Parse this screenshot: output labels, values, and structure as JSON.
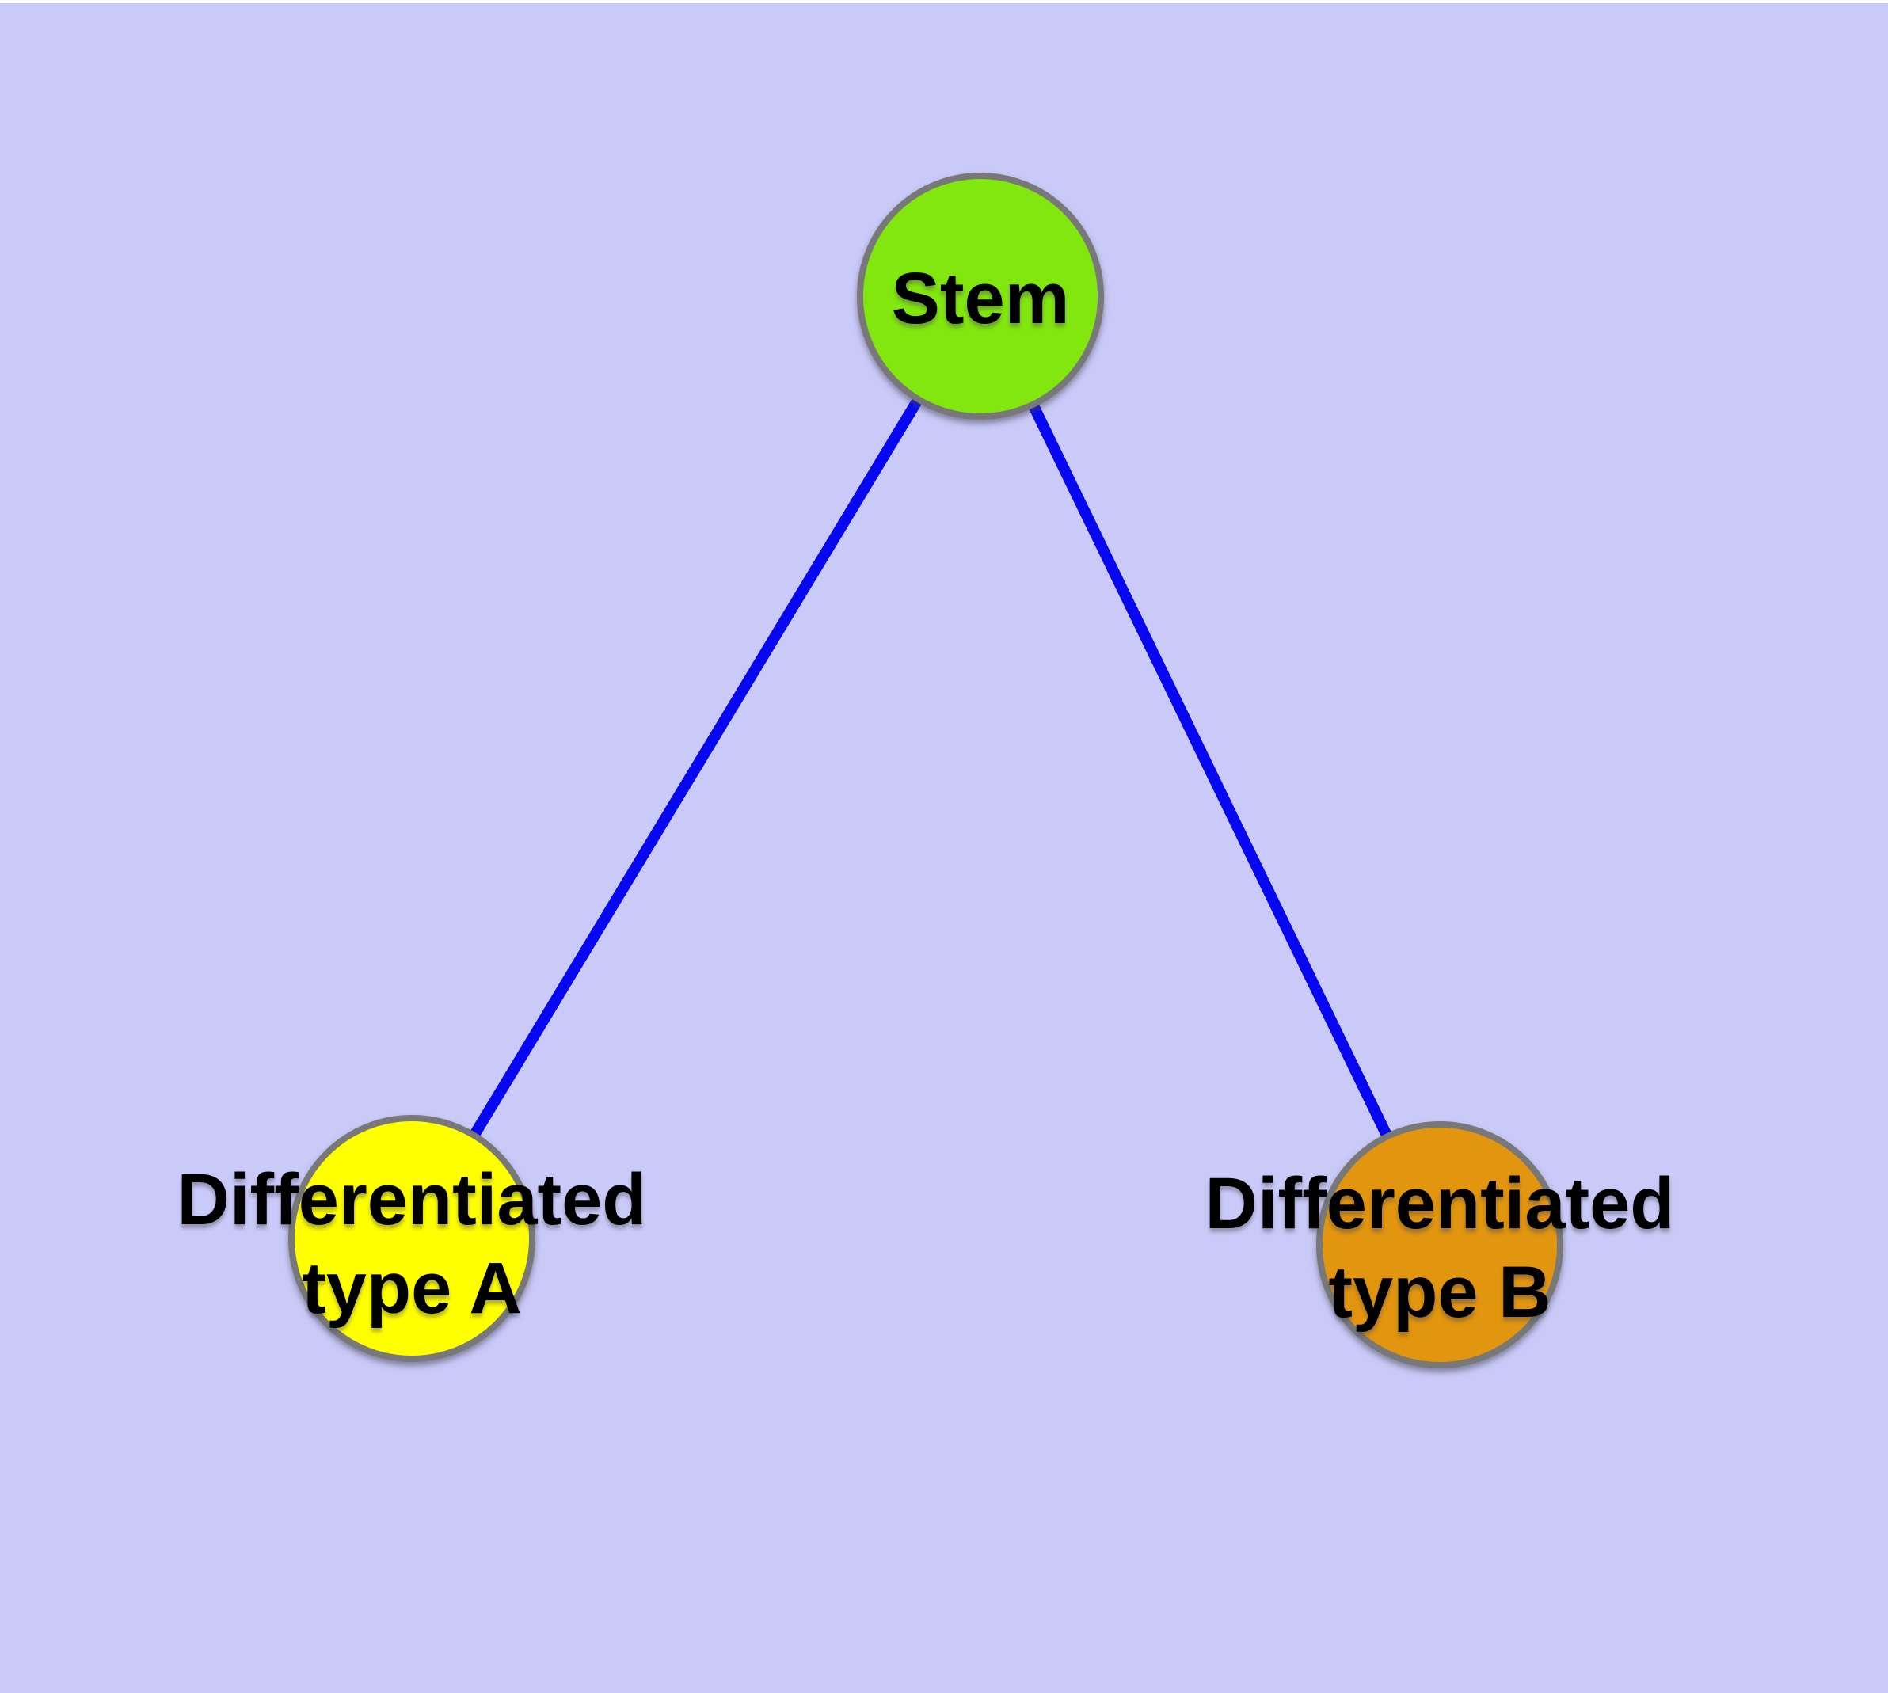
{
  "style": {
    "background_color": "#CACAF8",
    "top_strip_color": "#FBFBFB",
    "edge_color": "#0707F0",
    "node_border_color": "#787878",
    "label_color": "#000000"
  },
  "nodes": [
    {
      "id": "stem",
      "label": "Stem",
      "fill": "#82E70E"
    },
    {
      "id": "differentiated-type-a",
      "label_line1": "Differentiated",
      "label_line2": "type A",
      "fill": "#FFFF00"
    },
    {
      "id": "differentiated-type-b",
      "label_line1": "Differentiated",
      "label_line2": "type B",
      "fill": "#E2950E"
    }
  ],
  "edges": [
    {
      "from": "stem",
      "to": "differentiated-type-a"
    },
    {
      "from": "stem",
      "to": "differentiated-type-b"
    }
  ]
}
